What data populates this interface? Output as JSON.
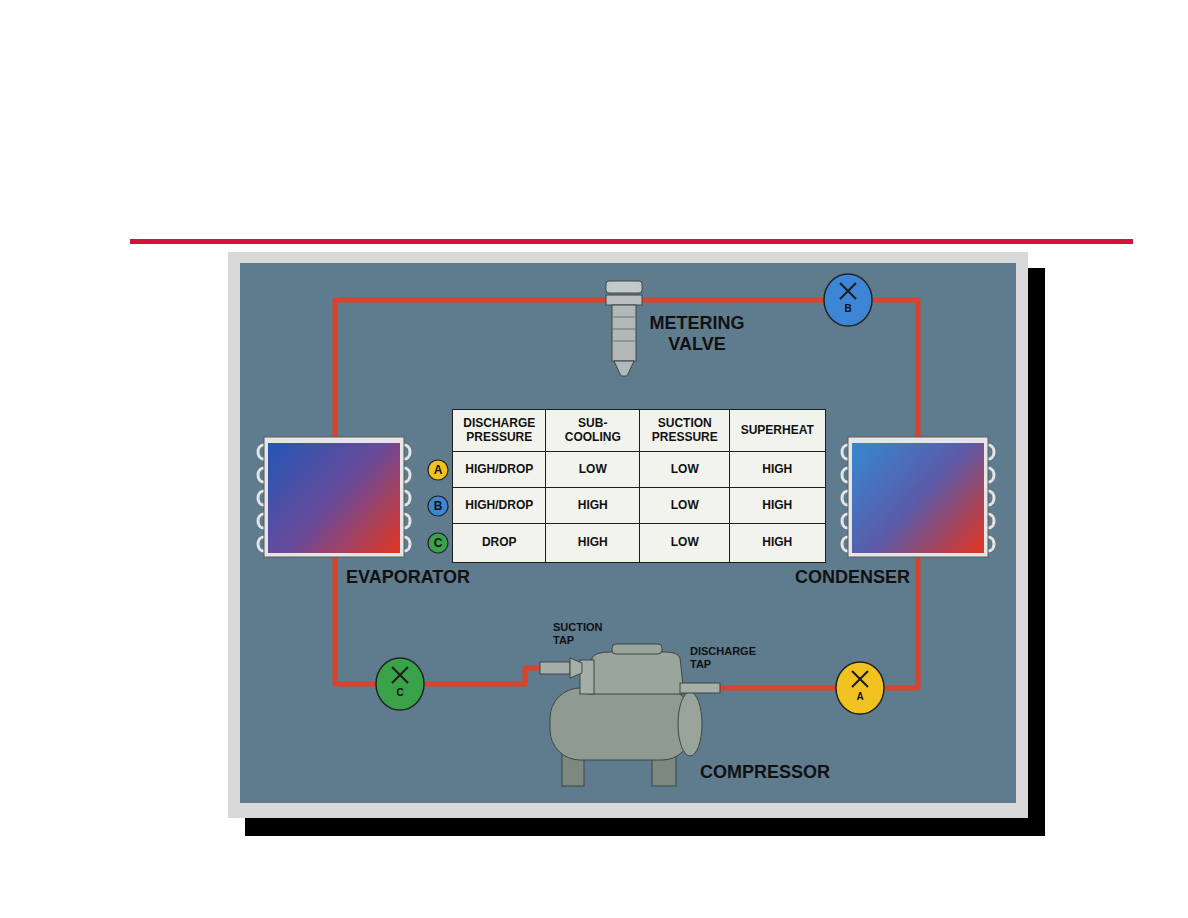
{
  "diagram": {
    "nodes": [
      {
        "text": [
          "METERING VALVE"
        ]
      },
      {
        "text": [
          "B"
        ]
      },
      {
        "text": [
          "EVAPORATOR"
        ]
      },
      {
        "text": [
          "A"
        ]
      },
      {
        "text": [
          "B"
        ]
      },
      {
        "text": [
          "C"
        ]
      },
      {
        "text": [
          "CONDENSER"
        ]
      },
      {
        "text": [
          "COMPRESSOR"
        ]
      },
      {
        "text": [
          "C"
        ]
      },
      {
        "text": [
          "A"
        ]
      }
    ],
    "edges": [
      {
        "from": 2,
        "to": 8,
        "arrow": "none"
      },
      {
        "from": 8,
        "to": 7,
        "arrow": "none"
      },
      {
        "from": 7,
        "to": 9,
        "arrow": "none"
      },
      {
        "from": 9,
        "to": 6,
        "arrow": "none"
      },
      {
        "from": 6,
        "to": 1,
        "arrow": "none"
      },
      {
        "from": 1,
        "to": 0,
        "arrow": "none"
      },
      {
        "from": 0,
        "to": 2,
        "arrow": "none"
      }
    ],
    "labels": [
      "DISCHARGE PRESSURE",
      "SUB-COOLING",
      "SUCTION PRESSURE",
      "SUPERHEAT",
      "HIGH/DROP",
      "LOW",
      "LOW",
      "HIGH",
      "HIGH/DROP",
      "HIGH",
      "LOW",
      "HIGH",
      "DROP",
      "HIGH",
      "LOW",
      "HIGH",
      "SUCTION TAP",
      "DISCHARGE TAP"
    ]
  }
}
